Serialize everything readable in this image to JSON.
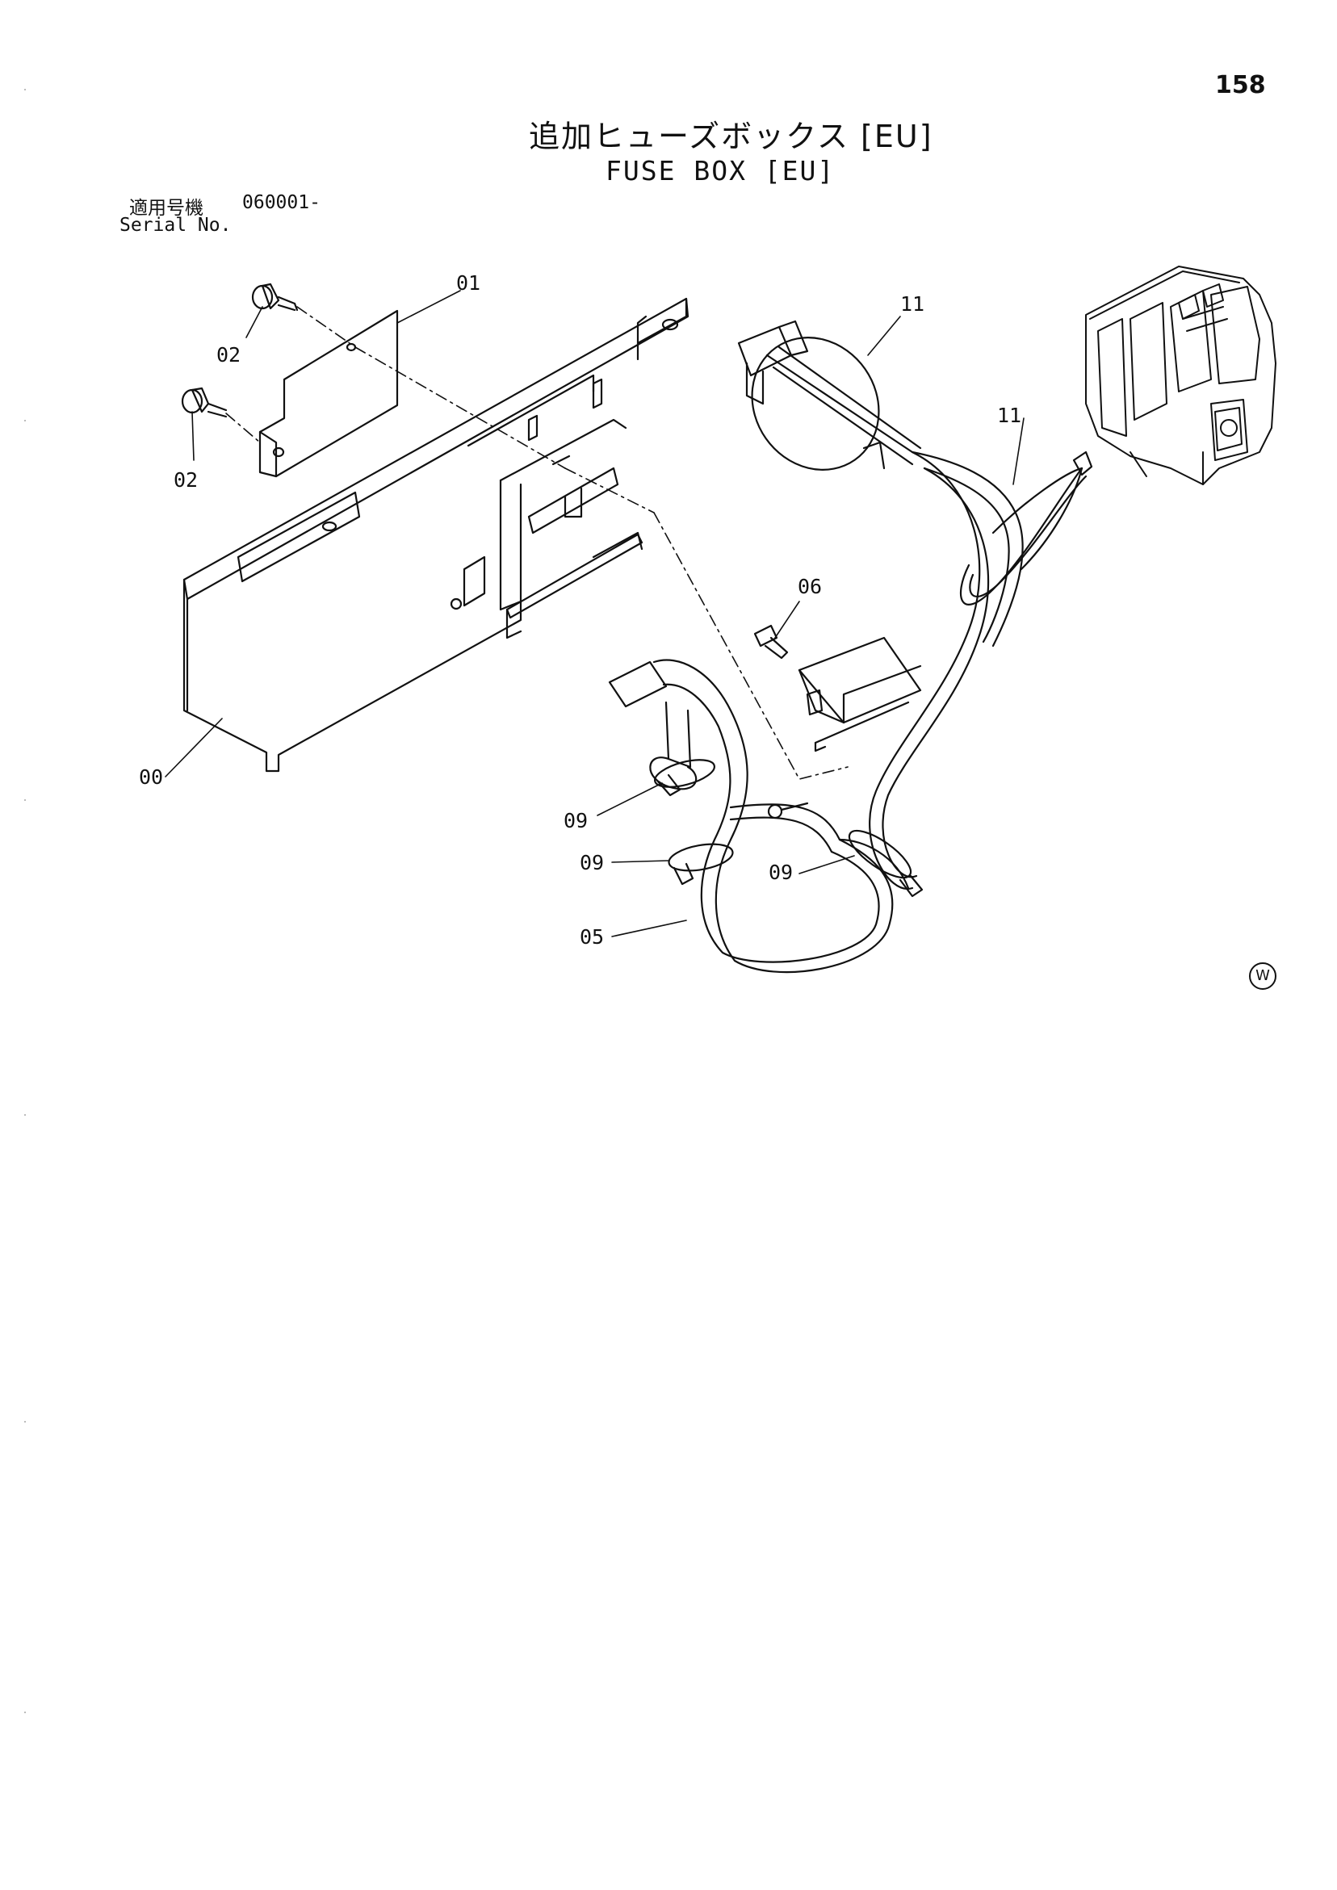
{
  "page_number": "158",
  "title_jp": "追加ヒューズボックス [EU]",
  "title_en": "FUSE BOX [EU]",
  "serial": {
    "label_jp": "適用号機",
    "value": "060001-",
    "label_en": "Serial No."
  },
  "callouts": {
    "c01": "01",
    "c02a": "02",
    "c02b": "02",
    "c00": "00",
    "c11a": "11",
    "c11b": "11",
    "c06": "06",
    "c09a": "09",
    "c09b": "09",
    "c09c": "09",
    "c05": "05"
  },
  "watermark_mark": "W"
}
